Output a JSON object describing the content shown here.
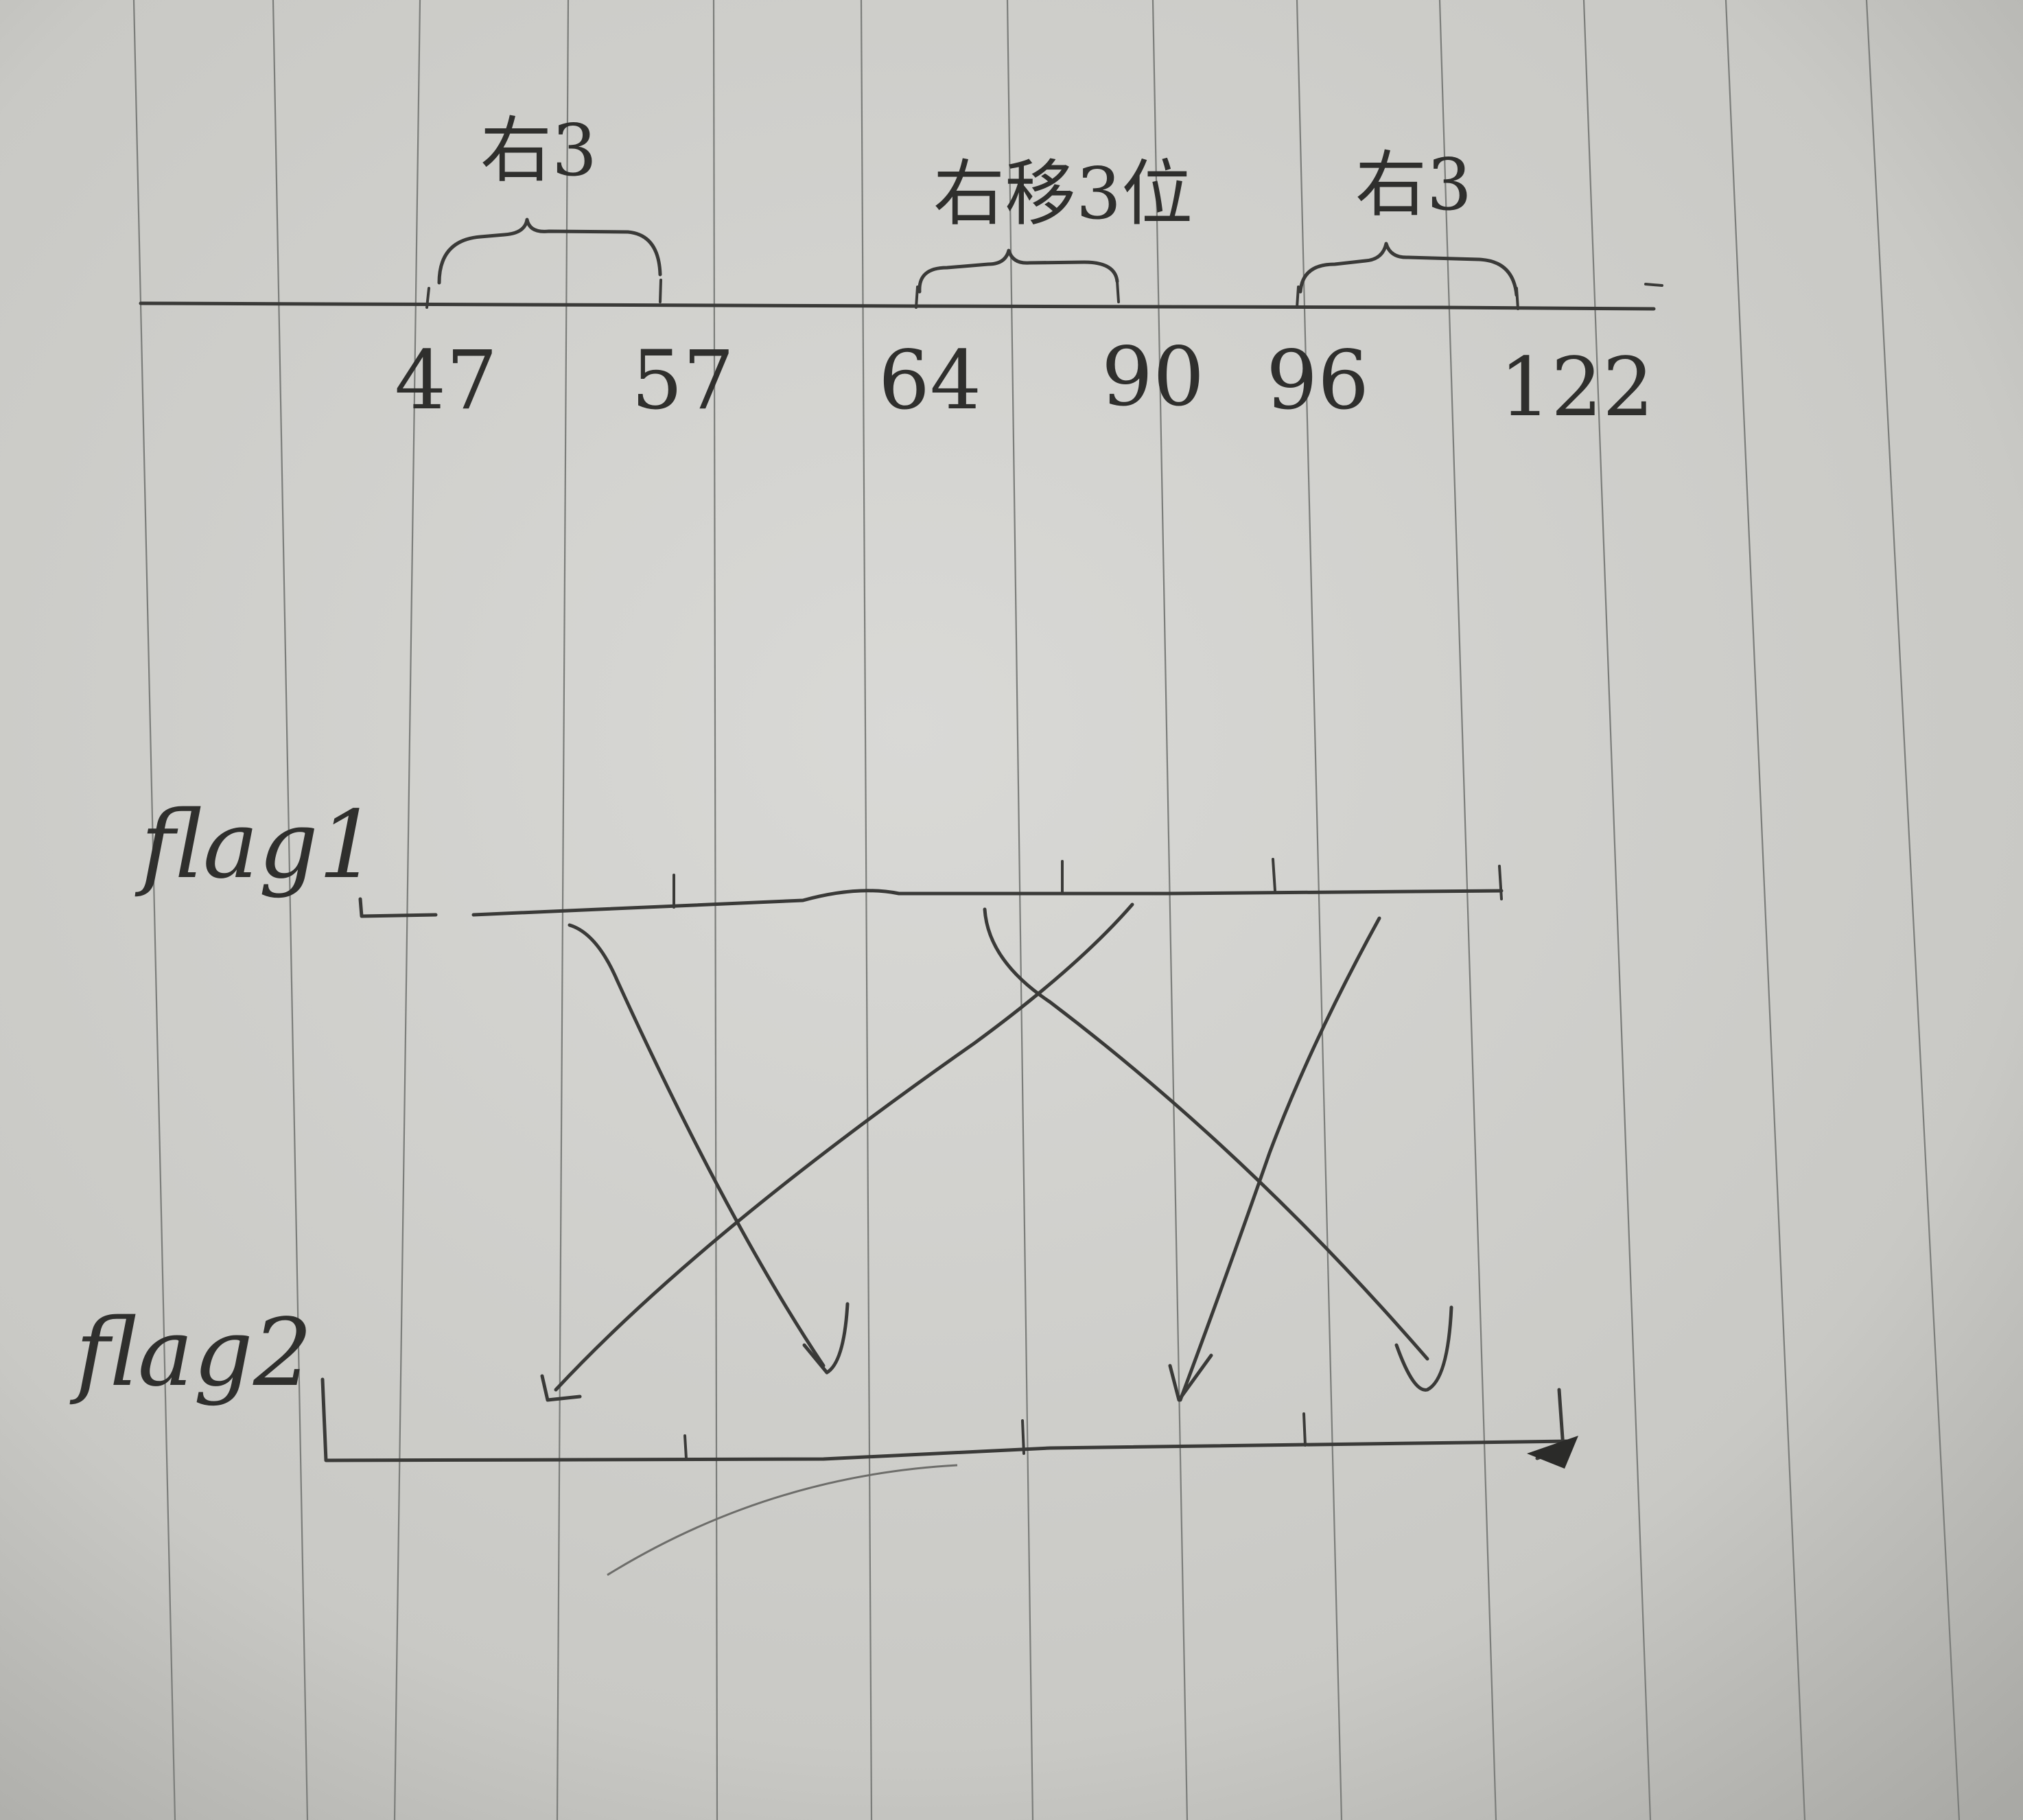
{
  "number_line": {
    "ticks": [
      "47",
      "57",
      "64",
      "90",
      "96",
      "122"
    ],
    "braces": [
      {
        "label": "右3",
        "from": "47",
        "to": "57"
      },
      {
        "label": "右移3位",
        "from": "64",
        "to": "90"
      },
      {
        "label": "右3",
        "from": "96",
        "to": "122"
      }
    ]
  },
  "flag_rows": {
    "top_label": "flag1",
    "bottom_label": "flag2"
  },
  "colors": {
    "ink": "#3a3a38",
    "paper": "#cfcfcb",
    "rule_line": "#7b7d7a"
  }
}
